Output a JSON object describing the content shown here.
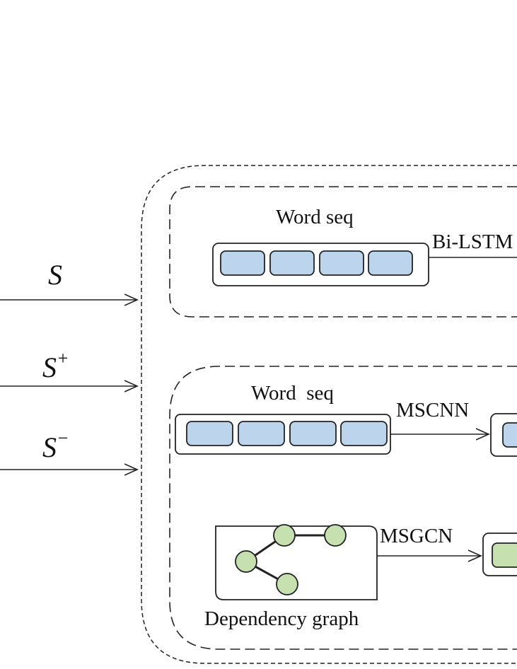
{
  "inputs": {
    "s": {
      "base": "S",
      "sup": ""
    },
    "s_plus": {
      "base": "S",
      "sup": "+"
    },
    "s_minus": {
      "base": "S",
      "sup": "−"
    }
  },
  "top_block": {
    "sequence_label": "Word seq",
    "encoder_label": "Bi-LSTM"
  },
  "bottom_block": {
    "sequence_label": "Word  seq",
    "sequence_encoder_label": "MSCNN",
    "graph_encoder_label": "MSGCN",
    "graph_caption": "Dependency graph"
  },
  "colors": {
    "token_blue": "#bcd5ec",
    "node_green": "#c6e0b0",
    "stroke": "#222222"
  }
}
